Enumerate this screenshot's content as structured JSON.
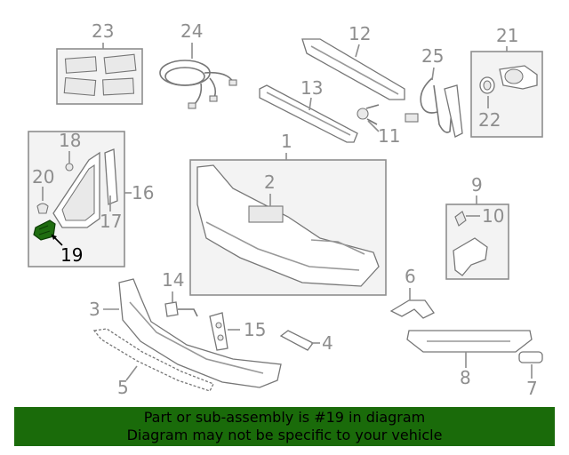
{
  "callouts": {
    "n1": "1",
    "n2": "2",
    "n3": "3",
    "n4": "4",
    "n5": "5",
    "n6": "6",
    "n7": "7",
    "n8": "8",
    "n9": "9",
    "n10": "10",
    "n11": "11",
    "n12": "12",
    "n13": "13",
    "n14": "14",
    "n15": "15",
    "n16": "16",
    "n17": "17",
    "n18": "18",
    "n19": "19",
    "n20": "20",
    "n21": "21",
    "n22": "22",
    "n23": "23",
    "n24": "24",
    "n25": "25"
  },
  "highlighted_part": "19",
  "banner": {
    "line1": "Part or sub-assembly is #19 in diagram",
    "line2": "Diagram may not be specific to your vehicle"
  },
  "colors": {
    "banner_bg": "#1a6b0a",
    "highlight_part": "#1f6d10",
    "callout_gray": "#8e8e8e"
  }
}
